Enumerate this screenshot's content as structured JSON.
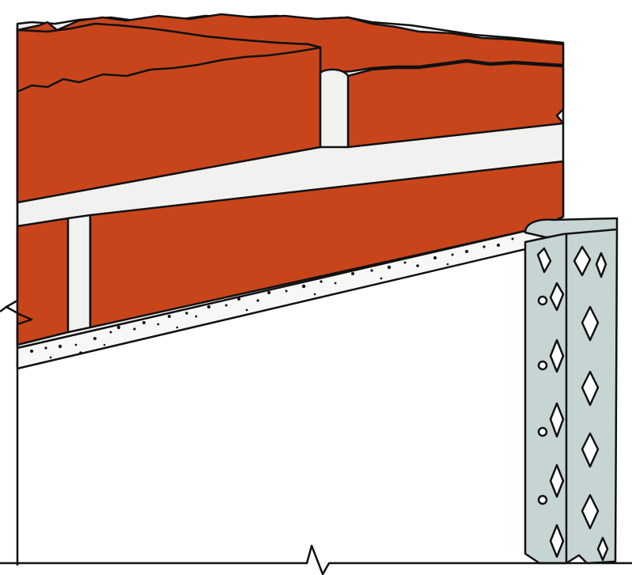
{
  "illustration": {
    "subject": "brick-wall-with-render-and-expanded-metal-corner-bead",
    "colors": {
      "brick": "#C8451C",
      "mortar": "#F1F1EF",
      "render_edge": "#F7F7F5",
      "bead_metal": "#C7D4D4",
      "outline": "#111111",
      "background": "#FFFFFF"
    },
    "components": [
      {
        "id": "brick-courses",
        "icon": "brick-icon"
      },
      {
        "id": "mortar-joints",
        "icon": "mortar-icon"
      },
      {
        "id": "render-coat",
        "icon": "render-icon"
      },
      {
        "id": "corner-bead",
        "icon": "mesh-bead-icon"
      },
      {
        "id": "break-lines",
        "icon": "break-line-icon"
      }
    ]
  }
}
